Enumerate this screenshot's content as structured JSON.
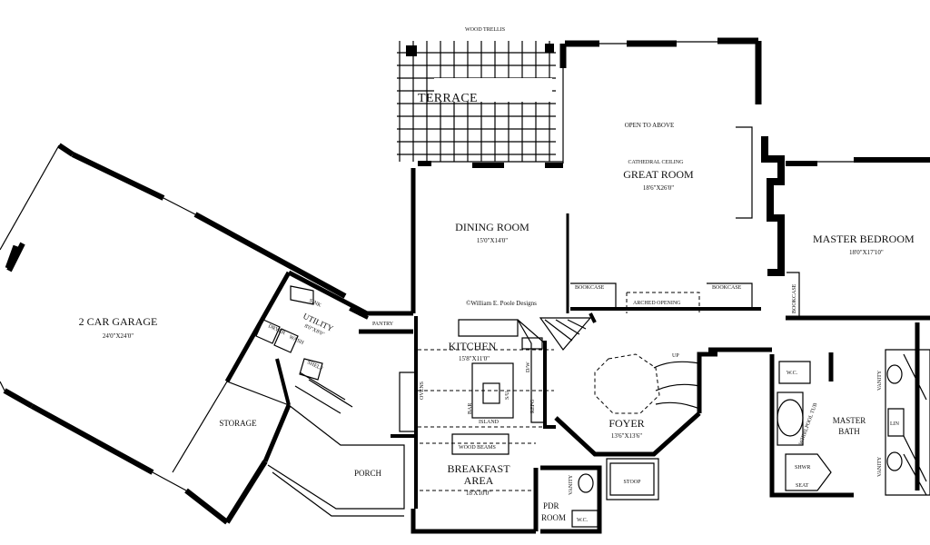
{
  "rooms": {
    "garage": {
      "name": "2 CAR GARAGE",
      "dims": "24'0\"X24'0\""
    },
    "storage": {
      "name": "STORAGE"
    },
    "utility": {
      "name": "UTILITY",
      "dims": "8'0\"X8'0\"",
      "sink": "SINK",
      "dryer": "DRYER",
      "wash": "WASH",
      "shelf": "SHELF"
    },
    "pantry": {
      "name": "PANTRY"
    },
    "terrace": {
      "name": "TERRACE",
      "trellis": "WOOD TRELLIS"
    },
    "dining": {
      "name": "DINING ROOM",
      "dims": "15'0\"X14'0\""
    },
    "great_room": {
      "name": "GREAT ROOM",
      "dims": "18'6\"X26'0\"",
      "note1": "OPEN TO ABOVE",
      "note2": "CATHEDRAL CEILING"
    },
    "master_bedroom": {
      "name": "MASTER BEDROOM",
      "dims": "18'0\"X17'10\""
    },
    "kitchen": {
      "name": "KITCHEN",
      "dims": "15'8\"X11'0\"",
      "ovens": "OVENS",
      "bar": "BAR",
      "island": "ISLAND",
      "su": "S/U",
      "dw": "D/W",
      "refg": "REFG"
    },
    "foyer": {
      "name": "FOYER",
      "dims": "13'6\"X13'6\"",
      "up": "UP"
    },
    "breakfast": {
      "name": "BREAKFAST",
      "name2": "AREA",
      "dims": "18'X10'0\"",
      "beams": "WOOD BEAMS"
    },
    "porch": {
      "name": "PORCH"
    },
    "stoop": {
      "name": "STOOP"
    },
    "pdr": {
      "name": "PDR",
      "name2": "ROOM",
      "wc": "W.C.",
      "vanity": "VANITY"
    },
    "master_bath": {
      "name": "MASTER",
      "name2": "BATH",
      "wc": "W.C.",
      "tub": "WHIRLPOOL TUB",
      "lin": "LIN",
      "shwr": "SHWR",
      "seat": "SEAT",
      "vanity": "VANITY"
    }
  },
  "labels": {
    "bookcase": "BOOKCASE",
    "arched_opening": "ARCHED OPENING",
    "copyright": "©William E. Poole Designs"
  }
}
